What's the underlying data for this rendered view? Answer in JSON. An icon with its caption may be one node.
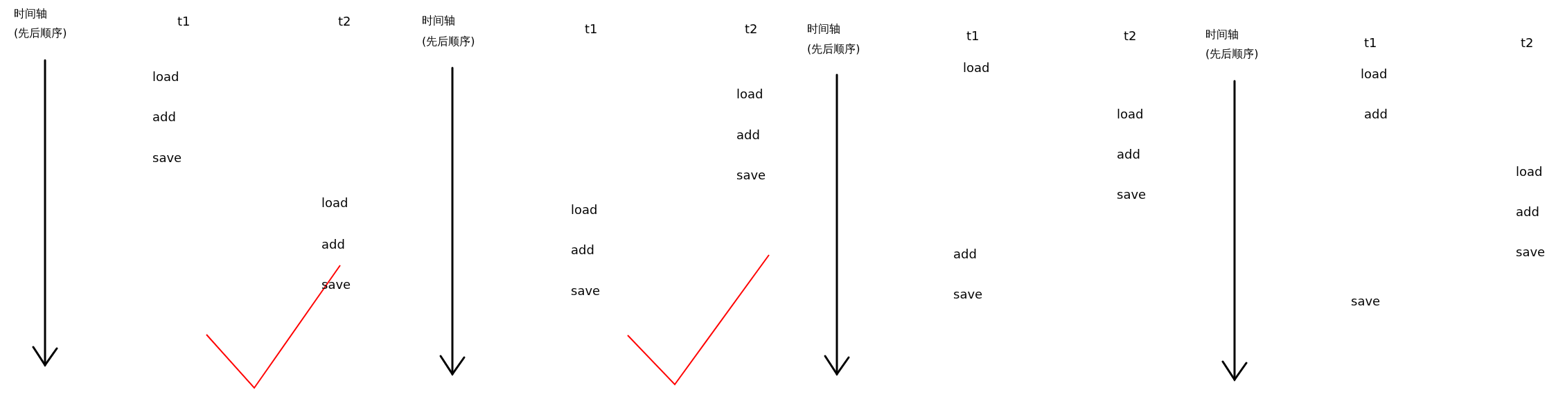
{
  "diagram": {
    "labels": [
      "时间轴",
      "(先后顺序)",
      "t1",
      "t2",
      "load",
      "add",
      "save",
      "load",
      "add",
      "save",
      "时间轴",
      "(先后顺序)",
      "t1",
      "t2",
      "load",
      "add",
      "save",
      "load",
      "add",
      "save",
      "时间轴",
      "(先后顺序)",
      "t1",
      "t2",
      "load",
      "load",
      "add",
      "save",
      "add",
      "save",
      "时间轴",
      "(先后顺序)",
      "t1",
      "t2",
      "load",
      "add",
      "load",
      "add",
      "save",
      "save"
    ]
  }
}
